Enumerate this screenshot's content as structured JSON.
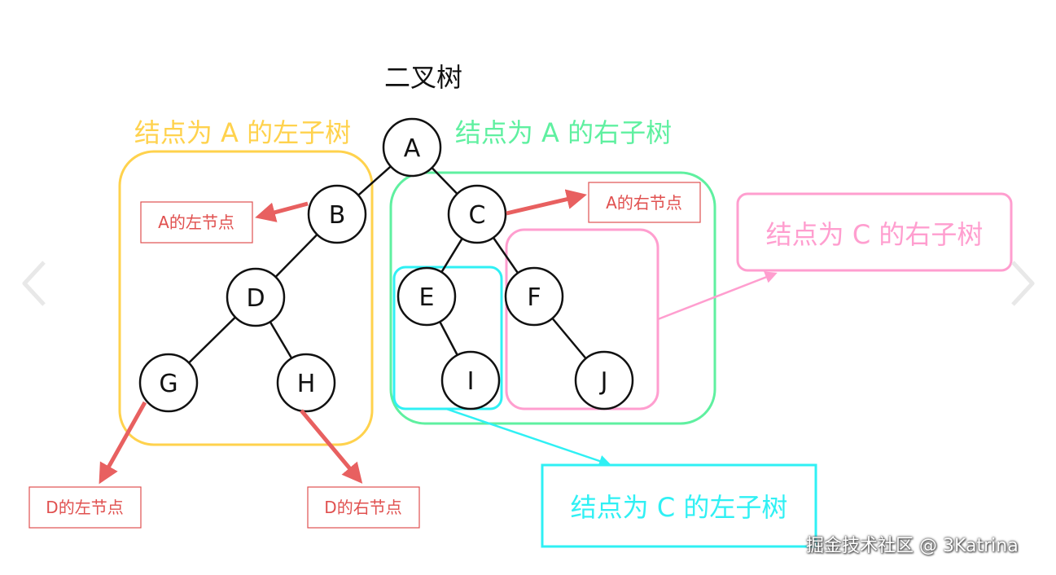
{
  "title": "二叉树",
  "colors": {
    "left_subtree_A": "#ffd24d",
    "right_subtree_A": "#5ff0a0",
    "left_subtree_C": "#2ff0f4",
    "right_subtree_C": "#ff9ecf",
    "node_label": "#e0504f",
    "node_arrow": "#e86060",
    "tree_edge": "#111111"
  },
  "nodes": [
    "A",
    "B",
    "C",
    "D",
    "E",
    "F",
    "G",
    "H",
    "I",
    "J"
  ],
  "edges": [
    [
      "A",
      "B"
    ],
    [
      "A",
      "C"
    ],
    [
      "B",
      "D"
    ],
    [
      "D",
      "G"
    ],
    [
      "D",
      "H"
    ],
    [
      "C",
      "E"
    ],
    [
      "C",
      "F"
    ],
    [
      "E",
      "I"
    ],
    [
      "F",
      "J"
    ]
  ],
  "region_labels": {
    "left_of_A": "结点为 A 的左子树",
    "right_of_A": "结点为 A 的右子树",
    "left_of_C": "结点为 C 的左子树",
    "right_of_C": "结点为 C 的右子树"
  },
  "node_labels": {
    "a_left": "A的左节点",
    "a_right": "A的右节点",
    "d_left": "D的左节点",
    "d_right": "D的右节点"
  },
  "watermark": "掘金技术社区 @ 3Katrina",
  "icons": [
    "chevron-left-icon",
    "chevron-right-icon"
  ]
}
